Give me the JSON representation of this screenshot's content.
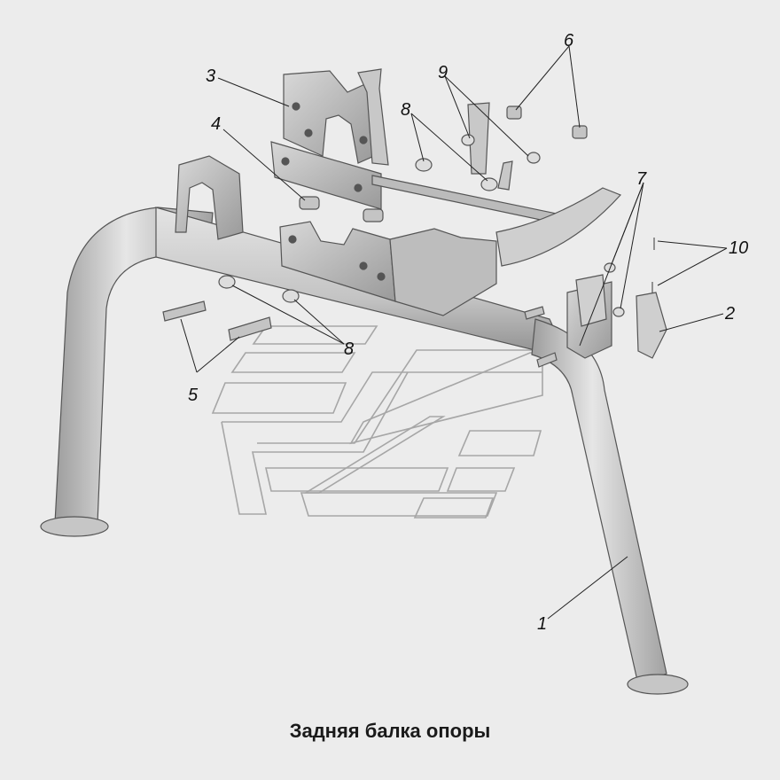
{
  "title": "Задняя балка опоры",
  "callouts": {
    "c1": "1",
    "c2": "2",
    "c3": "3",
    "c4": "4",
    "c5": "5",
    "c6": "6",
    "c7": "7",
    "c8a": "8",
    "c8b": "8",
    "c9": "9",
    "c10": "10"
  },
  "colors": {
    "background": "#ececec",
    "part_fill": "#d4d4d4",
    "part_shade": "#a9a9a9",
    "part_outline": "#555555",
    "watermark": "#9a9a9a"
  }
}
